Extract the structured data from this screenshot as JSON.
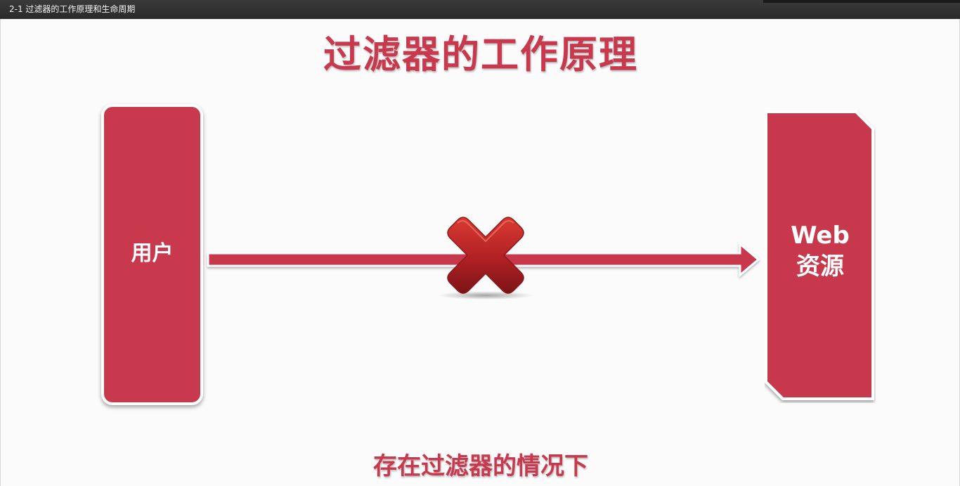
{
  "window": {
    "title": "2-1 过滤器的工作原理和生命周期"
  },
  "slide": {
    "title": "过滤器的工作原理",
    "user_label": "用户",
    "web_label_line1": "Web",
    "web_label_line2": "资源",
    "caption": "存在过滤器的情况下",
    "icons": {
      "arrow": "right-arrow-icon",
      "blocked": "red-x-icon"
    },
    "colors": {
      "accent": "#c8394e",
      "x_mark": "#b02024",
      "background": "#fbfbfb"
    }
  }
}
